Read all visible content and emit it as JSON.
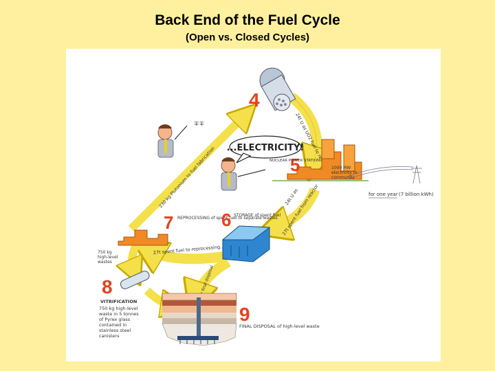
{
  "header": {
    "title": "Back End of the Fuel Cycle",
    "subtitle": "(Open vs. Closed Cycles)"
  },
  "colors": {
    "background": "#FFF0A0",
    "arrow_yellow": "#F4E04A",
    "number_red": "#E8411E",
    "reactor_orange": "#F08A24",
    "storage_blue": "#4AA8E8"
  },
  "diagram": {
    "steps": [
      {
        "number": "4",
        "label": ""
      },
      {
        "number": "5",
        "label": "NUCLEAR POWER STATION"
      },
      {
        "number": "6",
        "label": "STORAGE of spent fuel"
      },
      {
        "number": "7",
        "label": "REPROCESSING of spent fuel to separate wastes"
      },
      {
        "number": "8",
        "label": "VITRIFICATION"
      },
      {
        "number": "9",
        "label": "FINAL DISPOSAL of high-level waste"
      }
    ],
    "speech_bubble": "...ELECTRICITY!",
    "arrow_labels": {
      "fuel_to_reactor": "24t U as UO2 fuel to reactor",
      "plutonium": "230 kg Plutonium to fuel fabrication",
      "spent_from_reactor": "27t spent fuel from reactor",
      "spent_from_reactor_top": "24t U as",
      "spent_to_reprocessing": "27t spent fuel to reprocessing...",
      "final_disposal": "...or final disposal"
    },
    "annotations": {
      "electricity": [
        "1000 MW",
        "electricity to",
        "community"
      ],
      "for_one_year": "for one year",
      "billion_kwh": "(7 billion kWh)",
      "hlw": [
        "750 kg",
        "high-level",
        "wastes"
      ],
      "vitrification": [
        "750 kg high-level",
        "waste in 5 tonnes",
        "of Pyrex glass",
        "contained in",
        "stainless steel",
        "canisters"
      ]
    }
  }
}
